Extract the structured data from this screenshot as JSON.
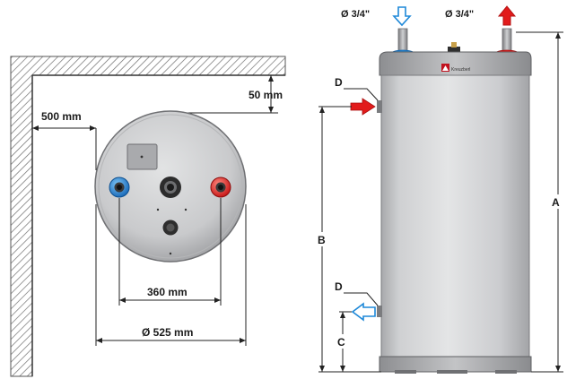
{
  "top_view": {
    "wall_offset_label": "500 mm",
    "ceiling_offset_label": "50 mm",
    "connection_spacing_label": "360 mm",
    "diameter_label": "Ø 525 mm"
  },
  "side_view": {
    "inlet_pipe_label": "Ø 3/4\"",
    "outlet_pipe_label": "Ø 3/4\"",
    "upper_connection_label": "D",
    "lower_connection_label": "D",
    "overall_height_label": "A",
    "connection_distance_label": "B",
    "bottom_connection_height_label": "C",
    "brand_badge_text": "Kreuzberl"
  },
  "colors": {
    "cold_blue": "#1e88d8",
    "hot_red": "#e21b1b",
    "tank_grey": "#d2d3d5",
    "tank_dark": "#9a9b9e",
    "hatch": "#777777"
  }
}
